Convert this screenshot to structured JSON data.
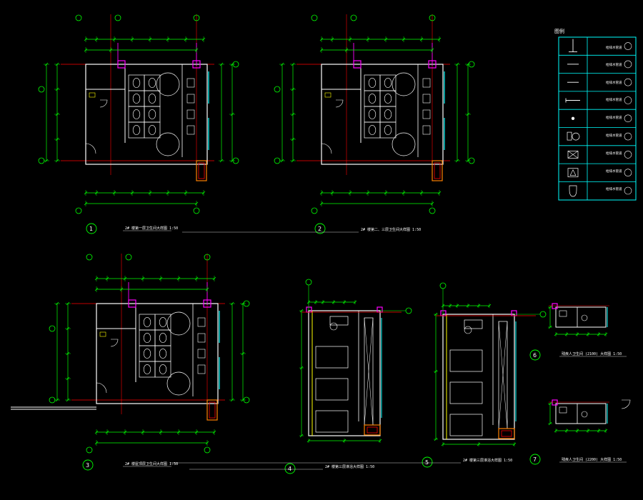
{
  "drawings": [
    {
      "id": "1",
      "title": "2# 楼第一层卫生间大样图  1:50"
    },
    {
      "id": "2",
      "title": "2# 楼第二、三层卫生间大样图  1:50"
    },
    {
      "id": "3",
      "title": "2# 楼屋顶层卫生间大样图  1:50"
    },
    {
      "id": "4",
      "title": "2# 楼第三层淋浴大样图  1:50"
    },
    {
      "id": "5",
      "title": "2# 楼第三层淋浴大样图  1:50"
    },
    {
      "id": "6",
      "title": "残疾人卫生间 (2100) 大样图  1:50"
    },
    {
      "id": "7",
      "title": "残疾人卫生间 (2200) 大样图  1:50"
    }
  ],
  "legend": {
    "title": "图例",
    "items": [
      {
        "symbol": "pipe-vertical",
        "label": "给排水管道"
      },
      {
        "symbol": "line-horizontal",
        "label": "给排水管道"
      },
      {
        "symbol": "line-horizontal",
        "label": "给排水管道"
      },
      {
        "symbol": "pipe-horizontal",
        "label": "给排水管道"
      },
      {
        "symbol": "dot",
        "label": "给排水管道"
      },
      {
        "symbol": "extinguisher",
        "label": "给排水管道"
      },
      {
        "symbol": "cross-box",
        "label": "给排水管道"
      },
      {
        "symbol": "triangle-box",
        "label": "给排水管道"
      },
      {
        "symbol": "toilet",
        "label": "给排水管道"
      }
    ]
  },
  "colors": {
    "background": "#000000",
    "wall": "#ffffff",
    "dimension": "#00ff00",
    "axis": "#00ff00",
    "grid": "#ff0000",
    "column": "#ff00ff",
    "window": "#00ffff",
    "fixture": "#ffff00",
    "stair": "#ff8000"
  }
}
